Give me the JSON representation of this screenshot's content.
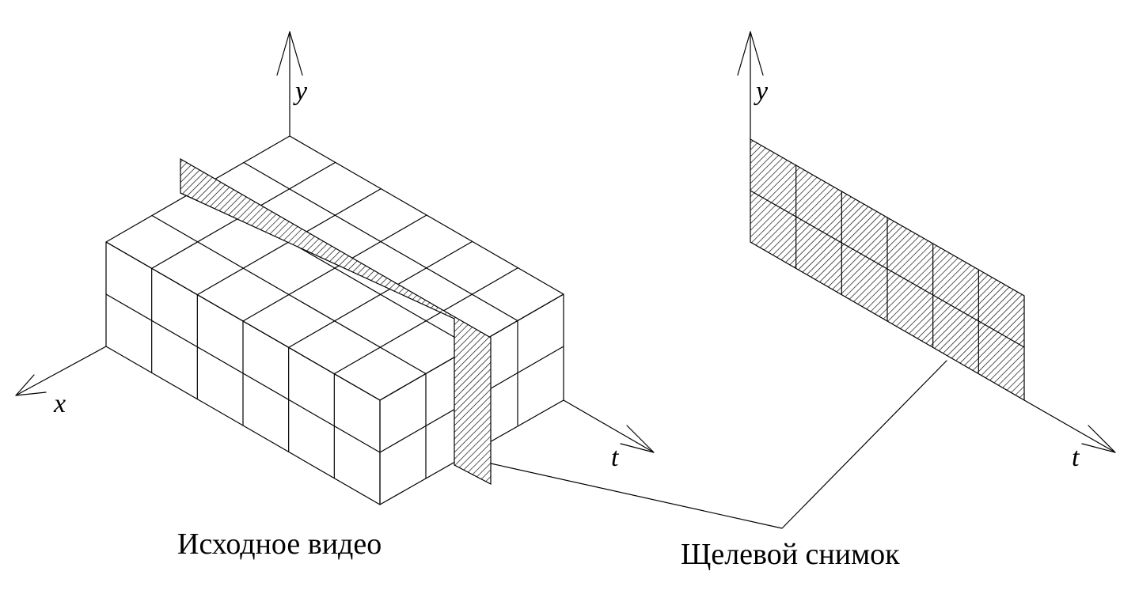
{
  "left_diagram": {
    "axis_labels": {
      "x": "x",
      "y": "y",
      "t": "t"
    },
    "caption": "Исходное видео"
  },
  "right_diagram": {
    "axis_labels": {
      "y": "y",
      "t": "t"
    },
    "caption": "Щелевой снимок"
  },
  "colors": {
    "stroke": "#000000",
    "background": "#ffffff"
  }
}
